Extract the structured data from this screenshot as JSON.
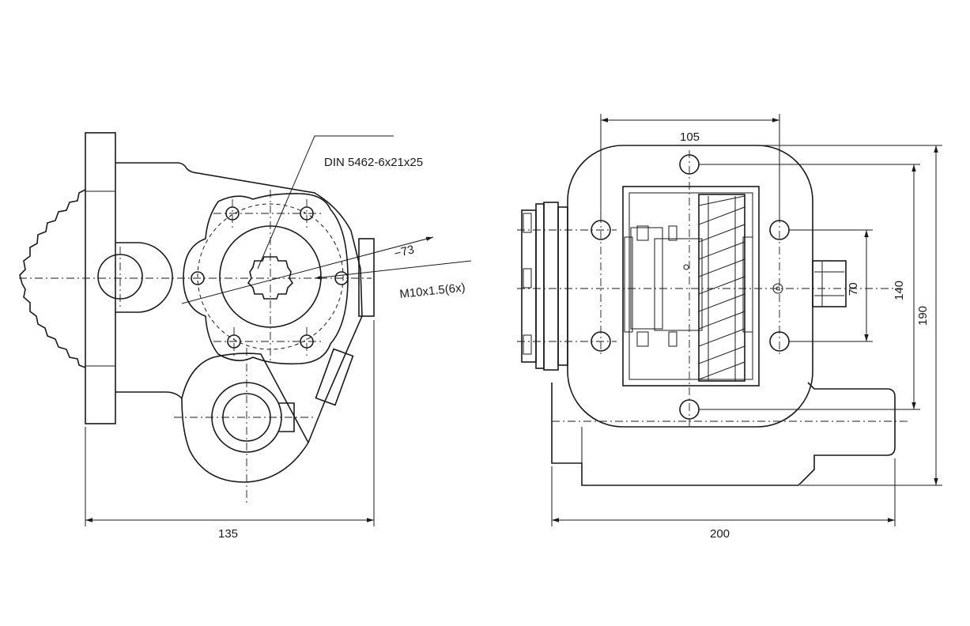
{
  "colors": {
    "line": "#1a1a1a",
    "background": "#ffffff"
  },
  "side_view": {
    "spline_label": "DIN 5462-6x21x25",
    "diameter_label": "−73",
    "thread_label": "M10x1.5(6x)",
    "width_dim": "135"
  },
  "front_view": {
    "top_dim": "105",
    "width_dim": "200",
    "dim_70": "70",
    "dim_140": "140",
    "dim_190": "190"
  }
}
